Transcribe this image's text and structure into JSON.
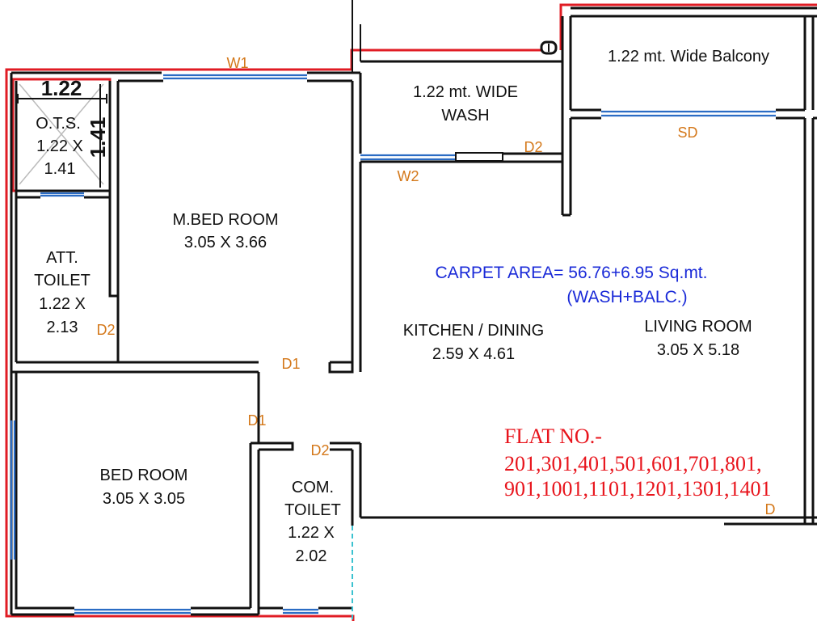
{
  "rooms": {
    "ots": {
      "name": "O.T.S.",
      "size1": "1.22 X",
      "size2": "1.41"
    },
    "ots_dim_top": "1.22",
    "ots_dim_side": "1.41",
    "m_bed": {
      "name": "M.BED ROOM",
      "size": "3.05 X 3.66"
    },
    "att_toilet": {
      "name1": "ATT.",
      "name2": "TOILET",
      "size1": "1.22 X",
      "size2": "2.13"
    },
    "wash": {
      "name1": "1.22 mt. WIDE",
      "name2": "WASH"
    },
    "balcony": {
      "name": "1.22 mt. Wide Balcony"
    },
    "kitchen": {
      "name": "KITCHEN / DINING",
      "size": "2.59 X 4.61"
    },
    "living": {
      "name": "LIVING ROOM",
      "size": "3.05 X 5.18"
    },
    "bed": {
      "name": "BED ROOM",
      "size": "3.05 X 3.05"
    },
    "com_toilet": {
      "name1": "COM.",
      "name2": "TOILET",
      "size1": "1.22 X",
      "size2": "2.02"
    }
  },
  "openings": {
    "w1": "W1",
    "w2": "W2",
    "sd": "SD",
    "d2_wash": "D2",
    "d2_att": "D2",
    "d1_mbed": "D1",
    "d1_bed": "D1",
    "d2_com": "D2",
    "d_main": "D"
  },
  "notes": {
    "carpet_line1": "CARPET AREA= 56.76+6.95 Sq.mt.",
    "carpet_line2": "(WASH+BALC.)",
    "flat_line1": "FLAT NO.-",
    "flat_line2": "201,301,401,501,601,701,801,",
    "flat_line3": "901,1001,1101,1201,1301,1401"
  },
  "colors": {
    "outline_red": "#e01c24",
    "window_blue": "#2b6cc4",
    "door_orange": "#d4781a",
    "note_blue": "#1a2ad8",
    "note_red": "#e8141c"
  }
}
